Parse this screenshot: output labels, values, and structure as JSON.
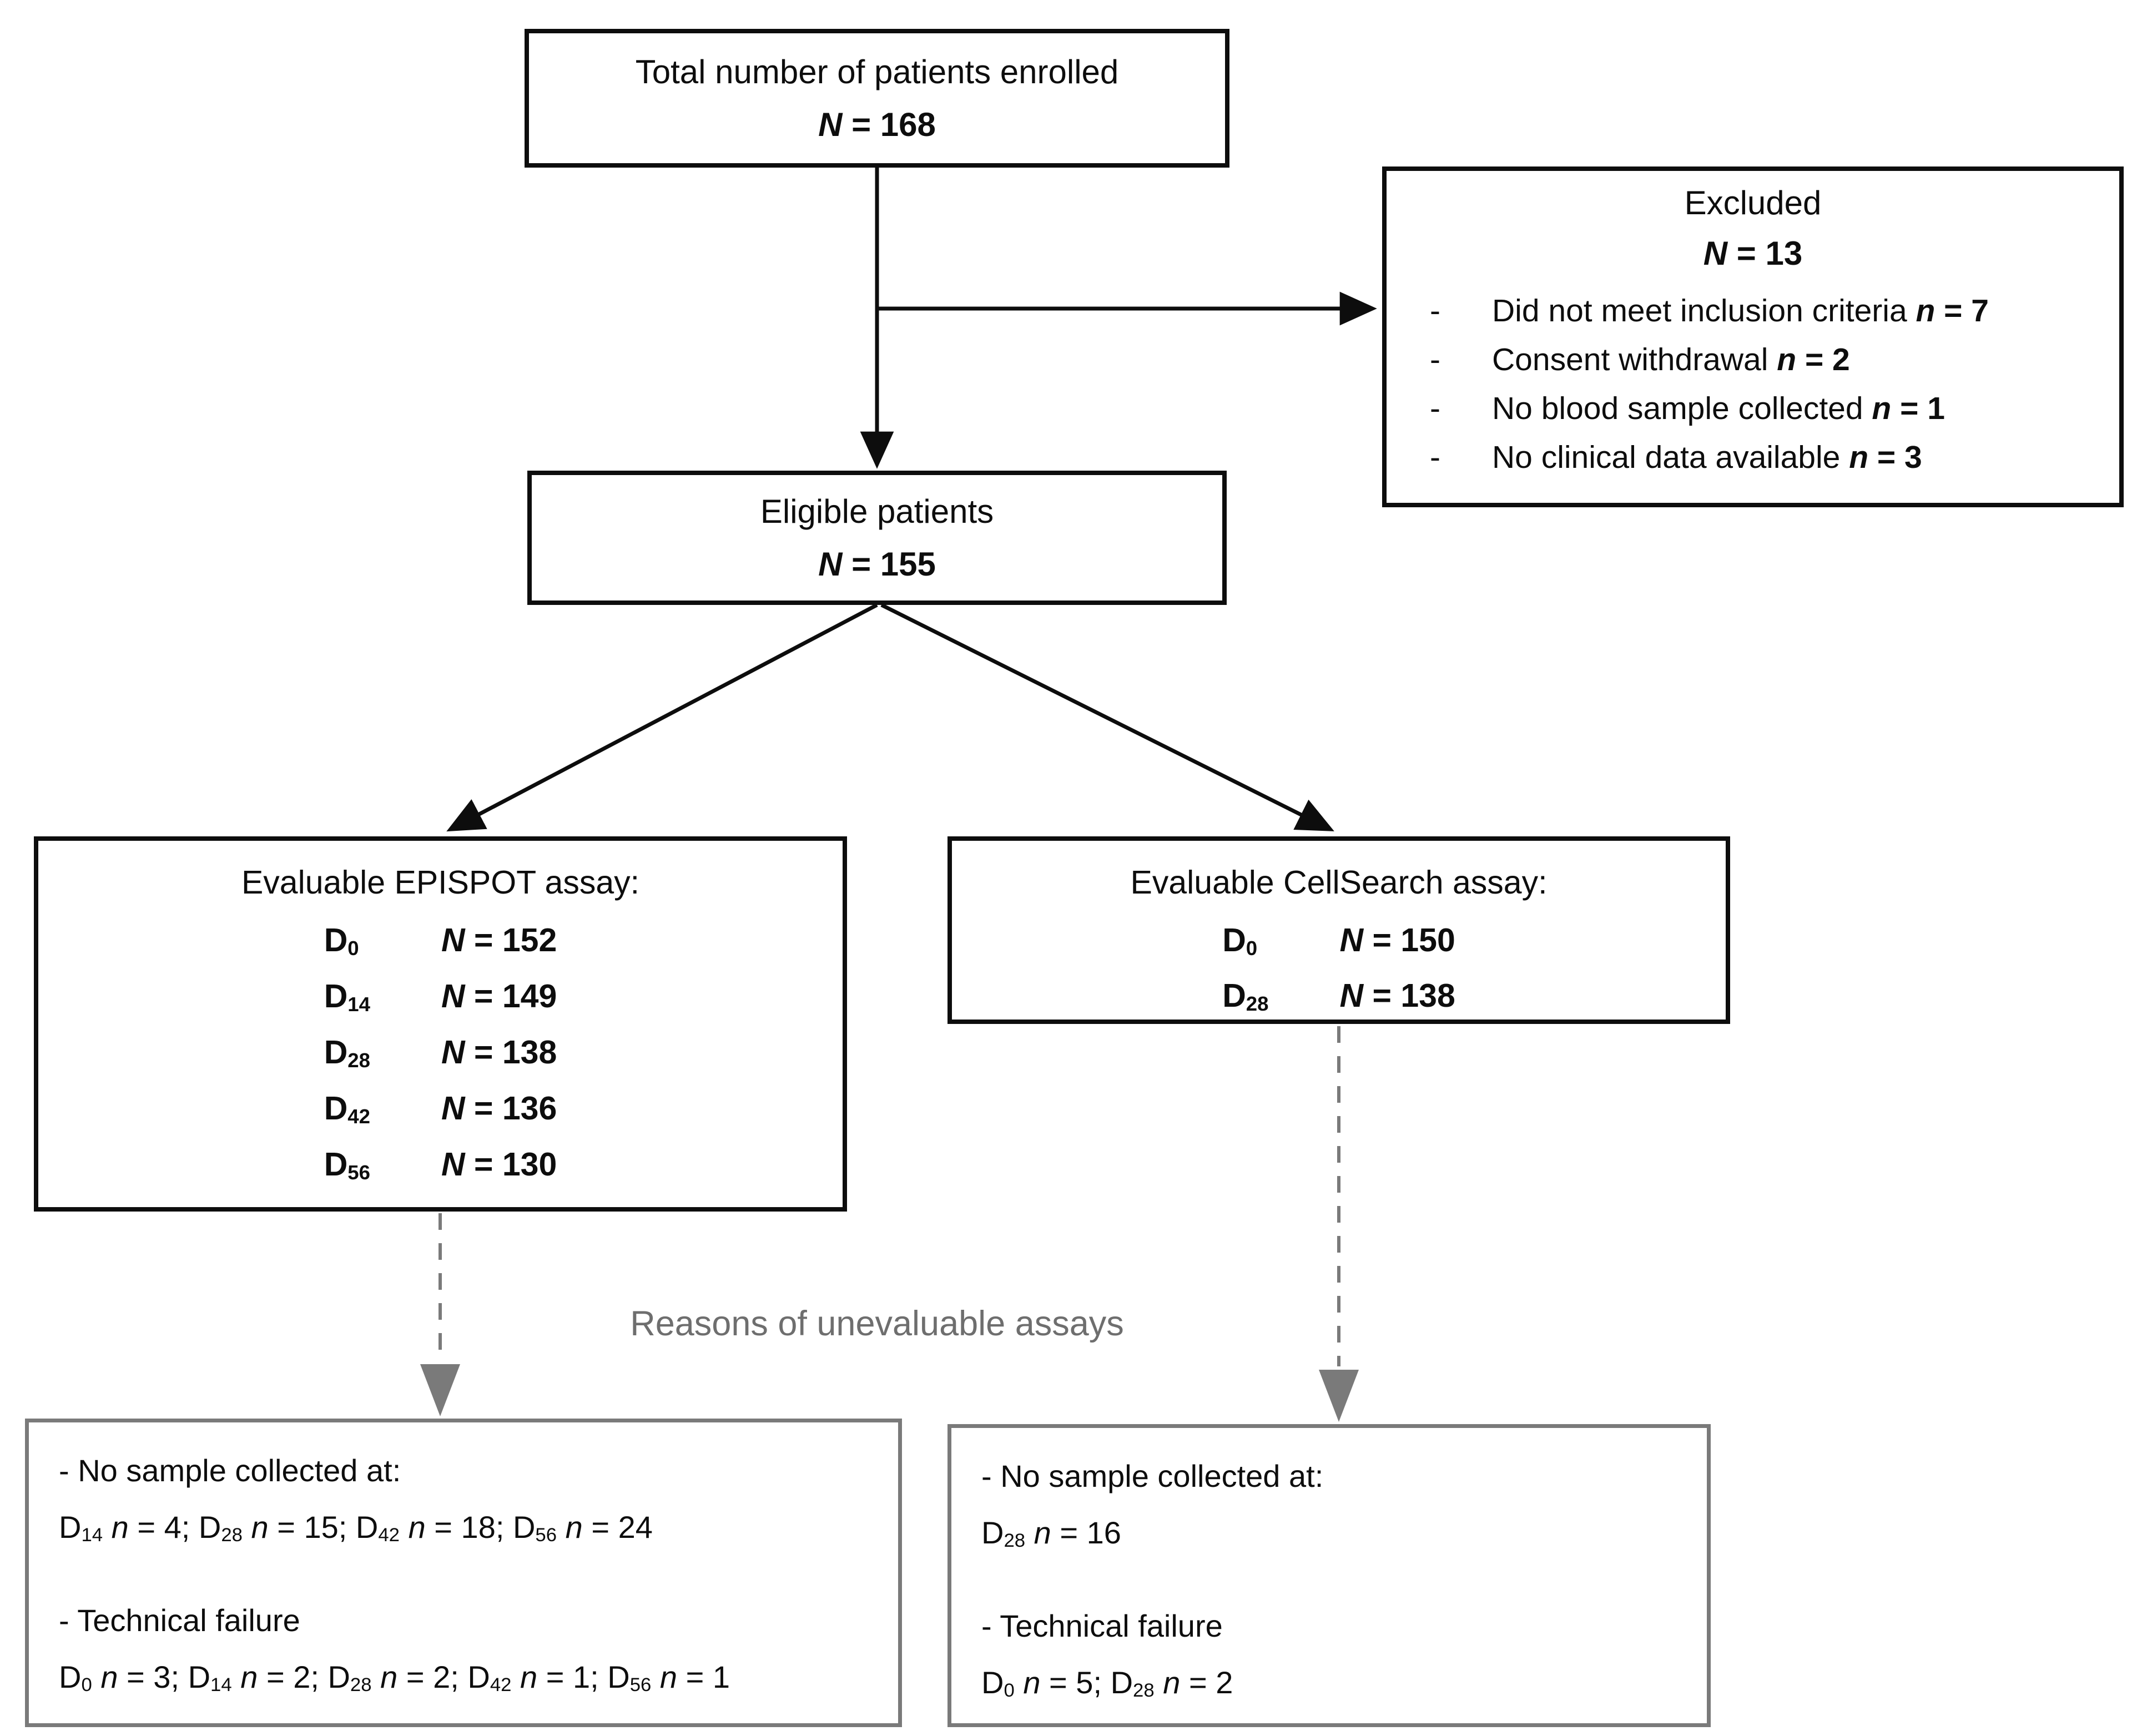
{
  "boxes": {
    "enrolled": {
      "title": "Total number of patients enrolled",
      "n_label": "N",
      "n_value": "= 168"
    },
    "excluded": {
      "title": "Excluded",
      "n_label": "N",
      "n_value": "= 13",
      "bullet": "-",
      "items": [
        {
          "text": "Did not meet inclusion criteria",
          "n": "n",
          "value": "= 7"
        },
        {
          "text": "Consent withdrawal",
          "n": "n",
          "value": "= 2"
        },
        {
          "text": "No blood sample collected",
          "n": "n",
          "value": "= 1"
        },
        {
          "text": "No clinical data available",
          "n": "n",
          "value": "= 3"
        }
      ]
    },
    "eligible": {
      "title": "Eligible patients",
      "n_label": "N",
      "n_value": "= 155"
    },
    "epispot": {
      "title": "Evaluable EPISPOT assay:",
      "rows": [
        {
          "day": "D",
          "sub": "0",
          "n": "N",
          "value": "= 152"
        },
        {
          "day": "D",
          "sub": "14",
          "n": "N",
          "value": "= 149"
        },
        {
          "day": "D",
          "sub": "28",
          "n": "N",
          "value": "= 138"
        },
        {
          "day": "D",
          "sub": "42",
          "n": "N",
          "value": "= 136"
        },
        {
          "day": "D",
          "sub": "56",
          "n": "N",
          "value": "= 130"
        }
      ]
    },
    "cellsearch": {
      "title": "Evaluable CellSearch assay:",
      "rows": [
        {
          "day": "D",
          "sub": "0",
          "n": "N",
          "value": "= 150"
        },
        {
          "day": "D",
          "sub": "28",
          "n": "N",
          "value": "= 138"
        }
      ]
    },
    "reasons_label": "Reasons of unevaluable assays",
    "epispot_reasons": {
      "no_sample_title": "- No sample collected at:",
      "no_sample_segments": [
        {
          "day": "D",
          "sub": "14",
          "n": "n",
          "value": "= 4;"
        },
        {
          "day": "D",
          "sub": "28",
          "n": "n",
          "value": "= 15;"
        },
        {
          "day": "D",
          "sub": "42",
          "n": "n",
          "value": "= 18;"
        },
        {
          "day": "D",
          "sub": "56",
          "n": "n",
          "value": "= 24"
        }
      ],
      "technical_title": "- Technical failure",
      "technical_segments": [
        {
          "day": "D",
          "sub": "0",
          "n": "n",
          "value": "= 3;"
        },
        {
          "day": "D",
          "sub": "14",
          "n": "n",
          "value": "= 2;"
        },
        {
          "day": "D",
          "sub": "28",
          "n": "n",
          "value": "= 2;"
        },
        {
          "day": "D",
          "sub": "42",
          "n": "n",
          "value": "= 1;"
        },
        {
          "day": "D",
          "sub": "56",
          "n": "n",
          "value": "= 1"
        }
      ]
    },
    "cellsearch_reasons": {
      "no_sample_title": "- No sample collected at:",
      "no_sample_segments": [
        {
          "day": "D",
          "sub": "28",
          "n": "n",
          "value": "= 16"
        }
      ],
      "technical_title": "- Technical failure",
      "technical_segments": [
        {
          "day": "D",
          "sub": "0",
          "n": "n",
          "value": "= 5;"
        },
        {
          "day": "D",
          "sub": "28",
          "n": "n",
          "value": "= 2"
        }
      ]
    }
  },
  "colors": {
    "line_black": "#0d0d0d",
    "muted_gray": "#7a7a7a",
    "label_gray": "#6e6e6e",
    "background": "#ffffff"
  }
}
